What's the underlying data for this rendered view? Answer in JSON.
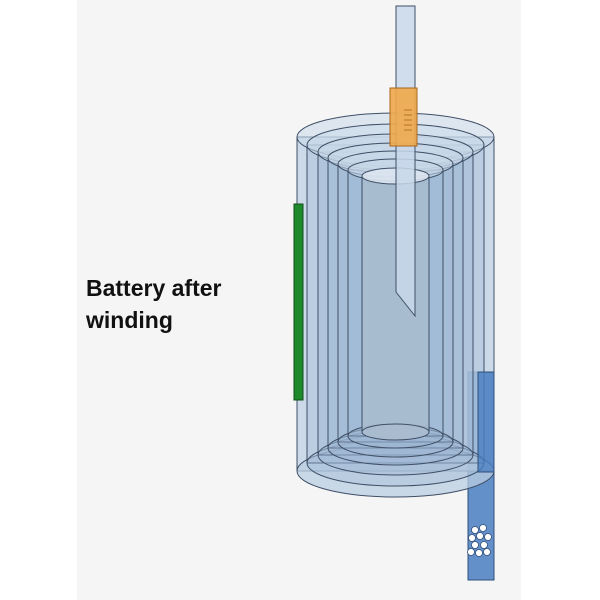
{
  "caption": {
    "line1": "Battery after",
    "line2": "winding"
  },
  "colors": {
    "background": "#f5f5f5",
    "shell": "#b9cde2",
    "layer_stroke": "#3f4f66",
    "layer_fill": "#9fb7d3",
    "core": "#a9bccf",
    "positive_tab": "#f0a94a",
    "negative_tab": "#4a7ec1",
    "side_strip": "#1f8a2c",
    "top_foil": "#c8d8ea"
  },
  "icons": {
    "battery": "wound-cylindrical-cell-illustration"
  }
}
